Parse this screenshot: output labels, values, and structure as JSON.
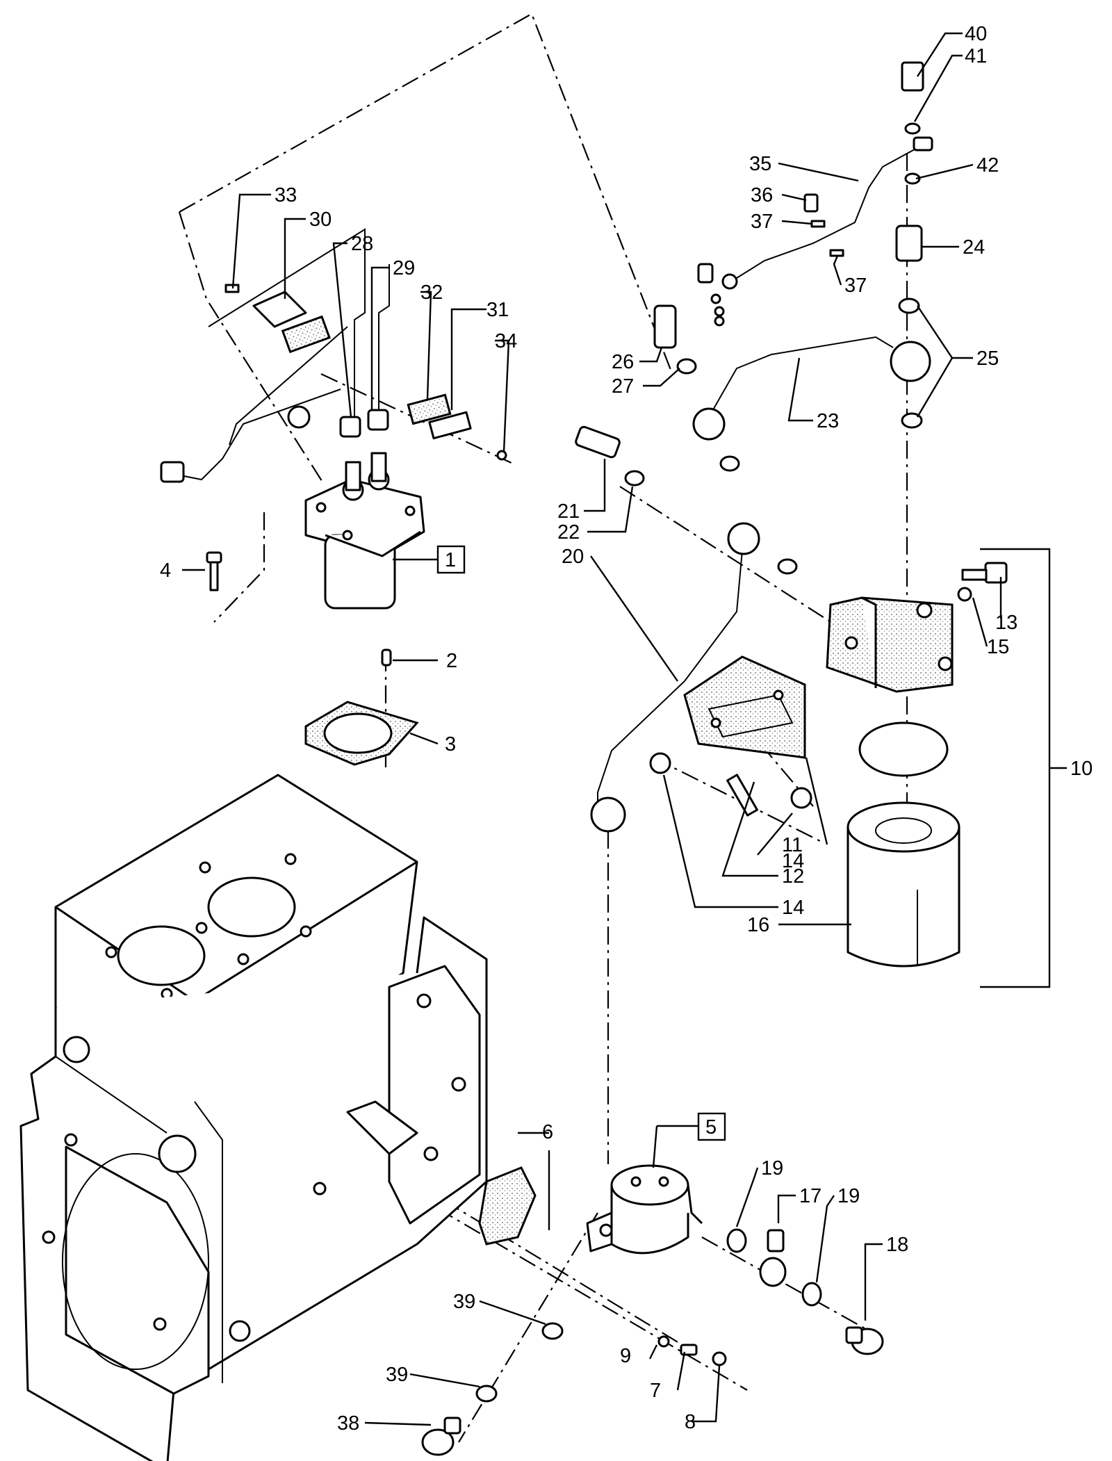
{
  "callouts": {
    "c1": "1",
    "c2": "2",
    "c3": "3",
    "c4": "4",
    "c5": "5",
    "c6": "6",
    "c7": "7",
    "c8": "8",
    "c9": "9",
    "c10": "10",
    "c11": "11",
    "c12": "12",
    "c13": "13",
    "c14a": "14",
    "c14b": "14",
    "c15": "15",
    "c16": "16",
    "c17": "17",
    "c18": "18",
    "c19a": "19",
    "c19b": "19",
    "c20": "20",
    "c21": "21",
    "c22": "22",
    "c23": "23",
    "c24": "24",
    "c25": "25",
    "c26": "26",
    "c27": "27",
    "c28": "28",
    "c29": "29",
    "c30": "30",
    "c31": "31",
    "c32": "32",
    "c33": "33",
    "c34": "34",
    "c35": "35",
    "c36": "36",
    "c37a": "37",
    "c37b": "37",
    "c38": "38",
    "c39a": "39",
    "c39b": "39",
    "c40": "40",
    "c41": "41",
    "c42": "42"
  }
}
